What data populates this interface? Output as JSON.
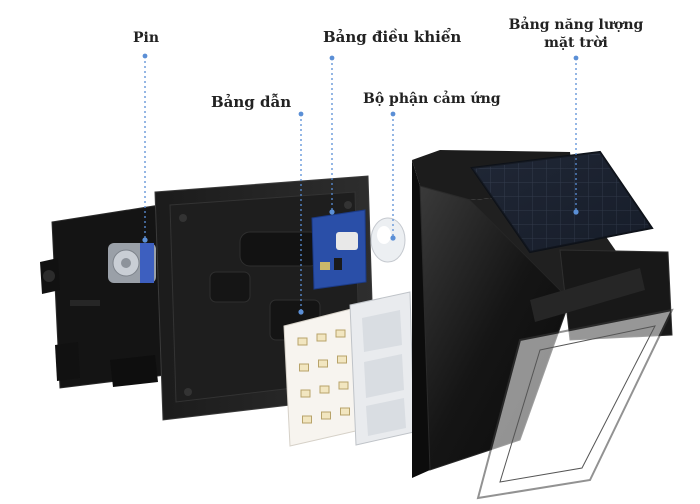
{
  "labels": {
    "pin": "Pin",
    "control_board": "Bảng điều khiển",
    "guide_board": "Bảng dẫn",
    "sensor": "Bộ phận cảm ứng",
    "solar_panel_line1": "Bảng năng lượng",
    "solar_panel_line2": "mặt trời"
  },
  "colors": {
    "leader_line": "#5b8fd6",
    "housing": "#141414",
    "solar_cell": "#1c2433",
    "pcb": "#2a4fa8",
    "led_chip": "#f2e6c0"
  },
  "led_grid": {
    "rows": 4,
    "cols": 3
  }
}
